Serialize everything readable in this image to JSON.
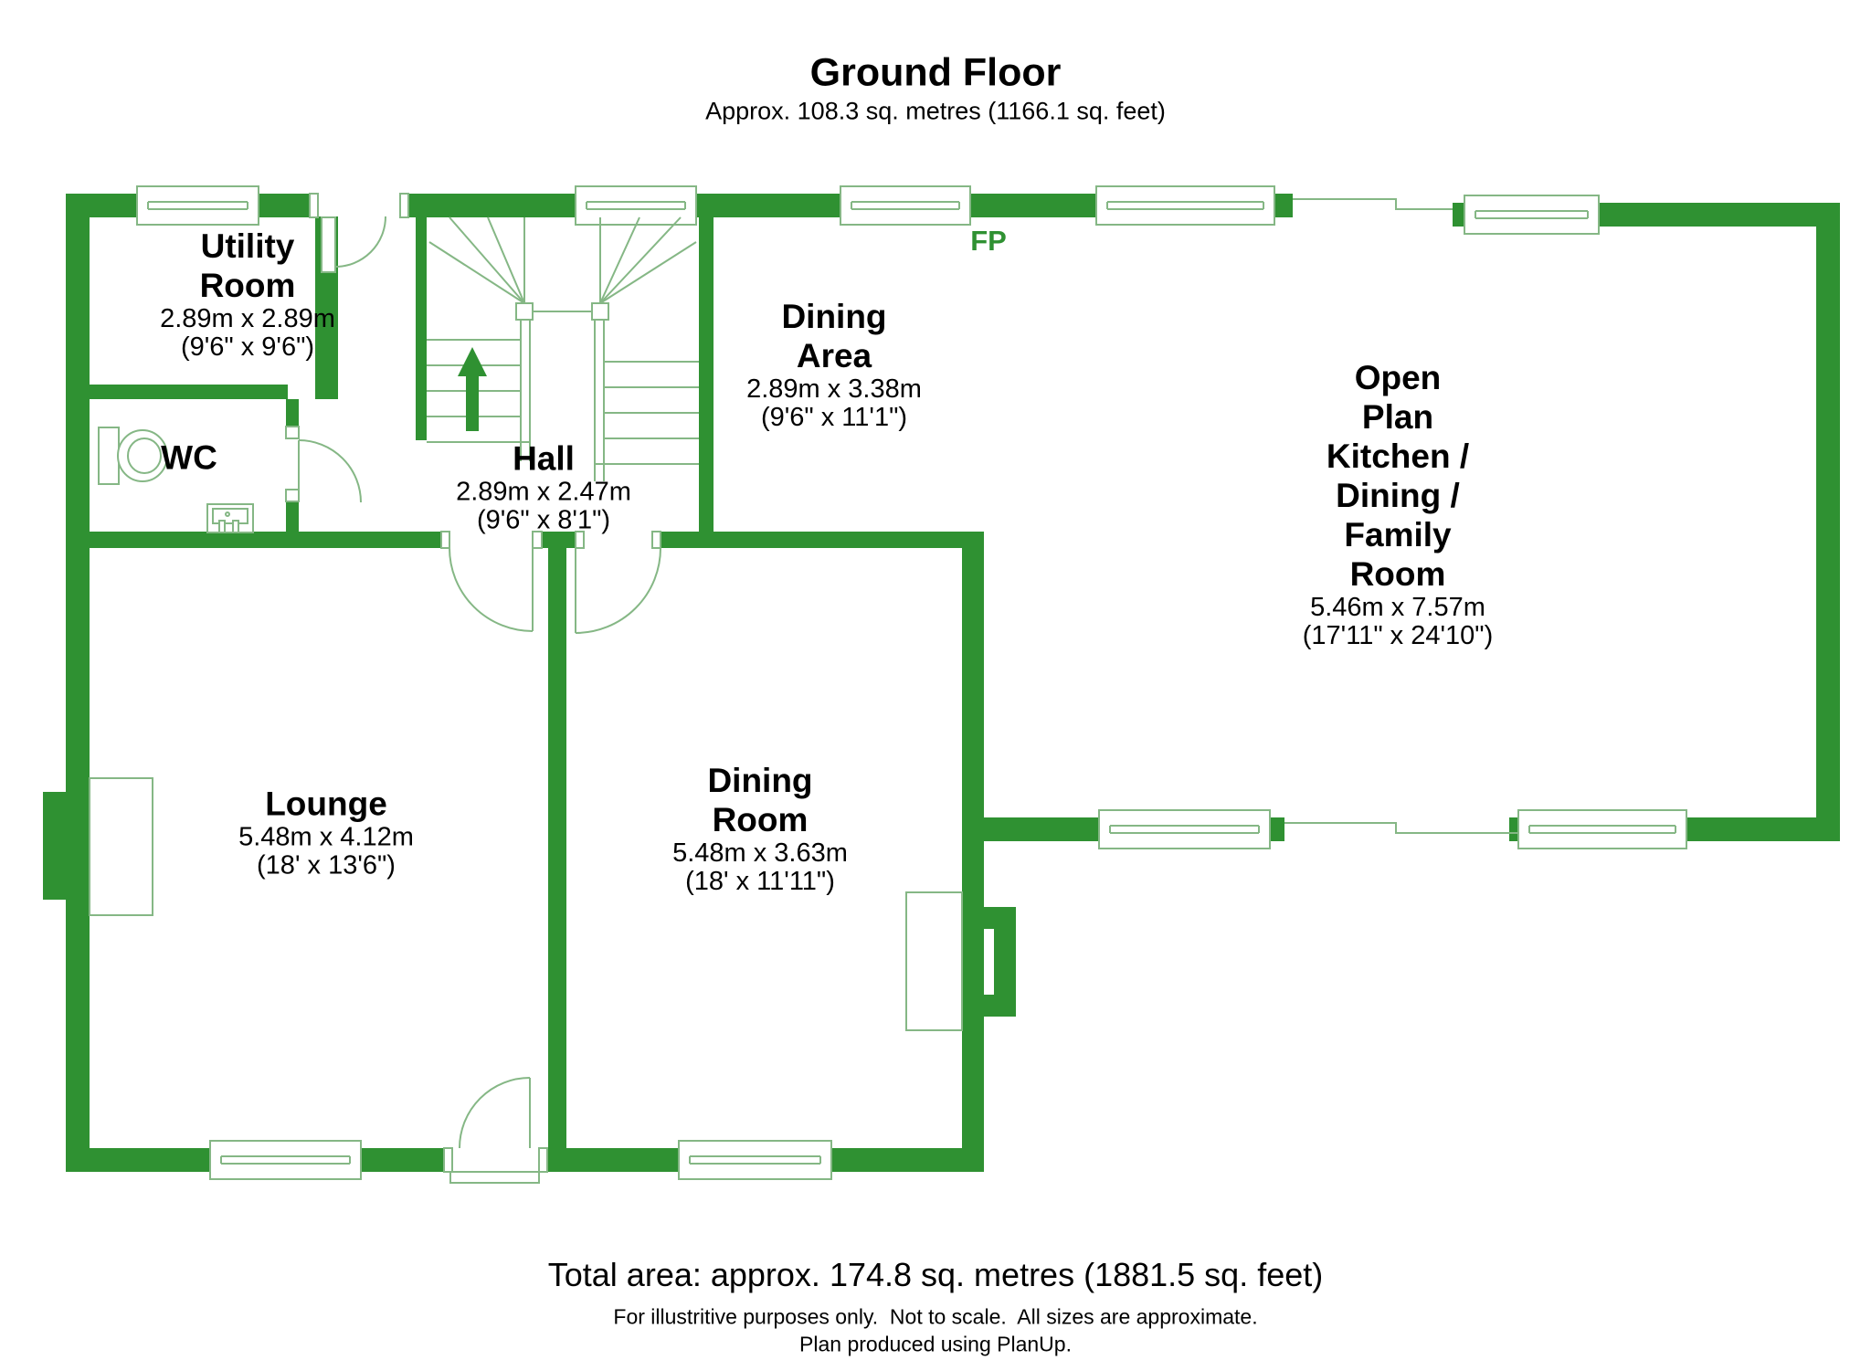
{
  "header": {
    "title": "Ground Floor",
    "subtitle": "Approx. 108.3 sq. metres (1166.1 sq. feet)"
  },
  "colors": {
    "wall": "#2f9132",
    "thinline": "#85b785",
    "text": "#000000"
  },
  "fp_label": "FP",
  "rooms": [
    {
      "id": "utility-room",
      "lines": [
        "Utility",
        "Room",
        "2.89m x 2.89m",
        "(9'6\" x 9'6\")"
      ]
    },
    {
      "id": "wc",
      "lines": [
        "WC"
      ]
    },
    {
      "id": "hall",
      "lines": [
        "Hall",
        "2.89m x 2.47m",
        "(9'6\" x 8'1\")"
      ]
    },
    {
      "id": "dining-area",
      "lines": [
        "Dining",
        "Area",
        "2.89m x 3.38m",
        "(9'6\" x 11'1\")"
      ]
    },
    {
      "id": "open-plan-kitchen-dining-family-room",
      "lines": [
        "Open",
        "Plan",
        "Kitchen /",
        "Dining /",
        "Family",
        "Room",
        "5.46m x 7.57m",
        "(17'11\" x 24'10\")"
      ]
    },
    {
      "id": "lounge",
      "lines": [
        "Lounge",
        "5.48m x 4.12m",
        "(18' x 13'6\")"
      ]
    },
    {
      "id": "dining-room",
      "lines": [
        "Dining",
        "Room",
        "5.48m x 3.63m",
        "(18' x 11'11\")"
      ]
    }
  ],
  "footer": {
    "total": "Total area: approx. 174.8 sq. metres (1881.5 sq. feet)",
    "line1": "For illustritive purposes only.  Not to scale.  All sizes are approximate.",
    "line2": "Plan produced using PlanUp."
  }
}
